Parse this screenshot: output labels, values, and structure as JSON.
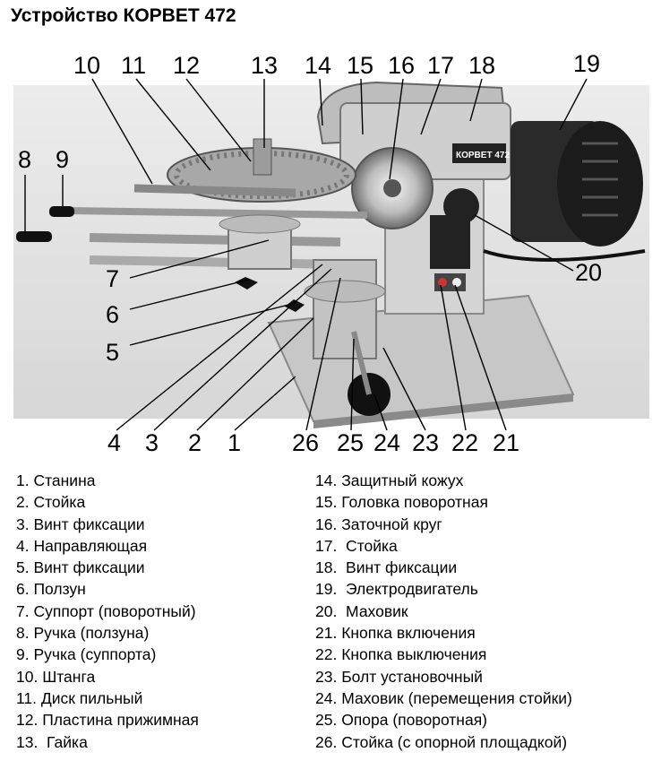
{
  "title": "Устройство КОРВЕТ 472",
  "callout_numbers": [
    "10",
    "11",
    "12",
    "13",
    "14",
    "15",
    "16",
    "17",
    "18",
    "19",
    "8",
    "9",
    "7",
    "6",
    "5",
    "20",
    "4",
    "3",
    "2",
    "1",
    "26",
    "25",
    "24",
    "23",
    "22",
    "21"
  ],
  "legend_left": [
    "1. Станина",
    "2. Стойка",
    "3. Винт фиксации",
    "4. Направляющая",
    "5. Винт фиксации",
    "6. Ползун",
    "7. Суппорт (поворотный)",
    "8. Ручка (ползуна)",
    "9. Ручка (суппорта)",
    "10. Штанга",
    "11. Диск пильный",
    "12. Пластина прижимная",
    "13.  Гайка"
  ],
  "legend_right": [
    "14. Защитный кожух",
    "15. Головка поворотная",
    "16. Заточной круг",
    "17.  Стойка",
    "18.  Винт фиксации",
    "19.  Электродвигатель",
    "20.  Маховик",
    "21. Кнопка включения",
    "22. Кнопка выключения",
    "23. Болт установочный",
    "24. Маховик (перемещения стойки)",
    "25. Опора (поворотная)",
    "26. Стойка (с опорной площадкой)"
  ],
  "machine_label": "КОРВЕТ 472"
}
